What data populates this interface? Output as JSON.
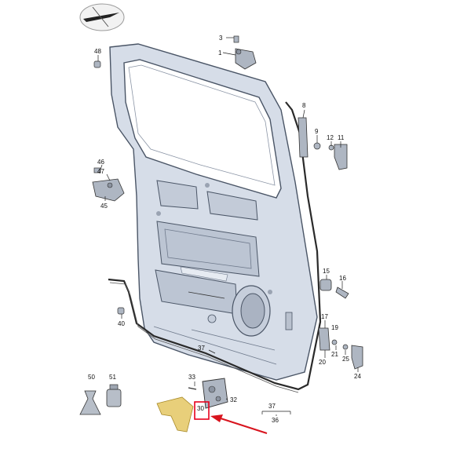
{
  "diagram": {
    "callouts": [
      {
        "id": "c3",
        "text": "3"
      },
      {
        "id": "c1",
        "text": "1"
      },
      {
        "id": "c48",
        "text": "48"
      },
      {
        "id": "c8",
        "text": "8"
      },
      {
        "id": "c9",
        "text": "9"
      },
      {
        "id": "c12",
        "text": "12"
      },
      {
        "id": "c11",
        "text": "11"
      },
      {
        "id": "c46",
        "text": "46"
      },
      {
        "id": "c47",
        "text": "47"
      },
      {
        "id": "c45",
        "text": "45"
      },
      {
        "id": "c15",
        "text": "15"
      },
      {
        "id": "c16",
        "text": "16"
      },
      {
        "id": "c40",
        "text": "40"
      },
      {
        "id": "c17",
        "text": "17"
      },
      {
        "id": "c19",
        "text": "19"
      },
      {
        "id": "c20",
        "text": "20"
      },
      {
        "id": "c21",
        "text": "21"
      },
      {
        "id": "c25",
        "text": "25"
      },
      {
        "id": "c24",
        "text": "24"
      },
      {
        "id": "c37",
        "text": "37"
      },
      {
        "id": "c50",
        "text": "50"
      },
      {
        "id": "c51",
        "text": "51"
      },
      {
        "id": "c33",
        "text": "33"
      },
      {
        "id": "c32",
        "text": "32"
      },
      {
        "id": "c30",
        "text": "30"
      },
      {
        "id": "c37b",
        "text": "37"
      },
      {
        "id": "c36",
        "text": "36"
      }
    ],
    "colors": {
      "door_fill": "#d6dde8",
      "door_stroke": "#4a5566",
      "part_gray": "#aeb6c2",
      "seal": "#2a2a2a",
      "highlight_part": "#e8cf7a",
      "highlight_box": "#e8001c",
      "arrow": "#d8141e"
    },
    "icons": [
      "compass-logo-icon",
      "red-arrow-icon"
    ]
  }
}
